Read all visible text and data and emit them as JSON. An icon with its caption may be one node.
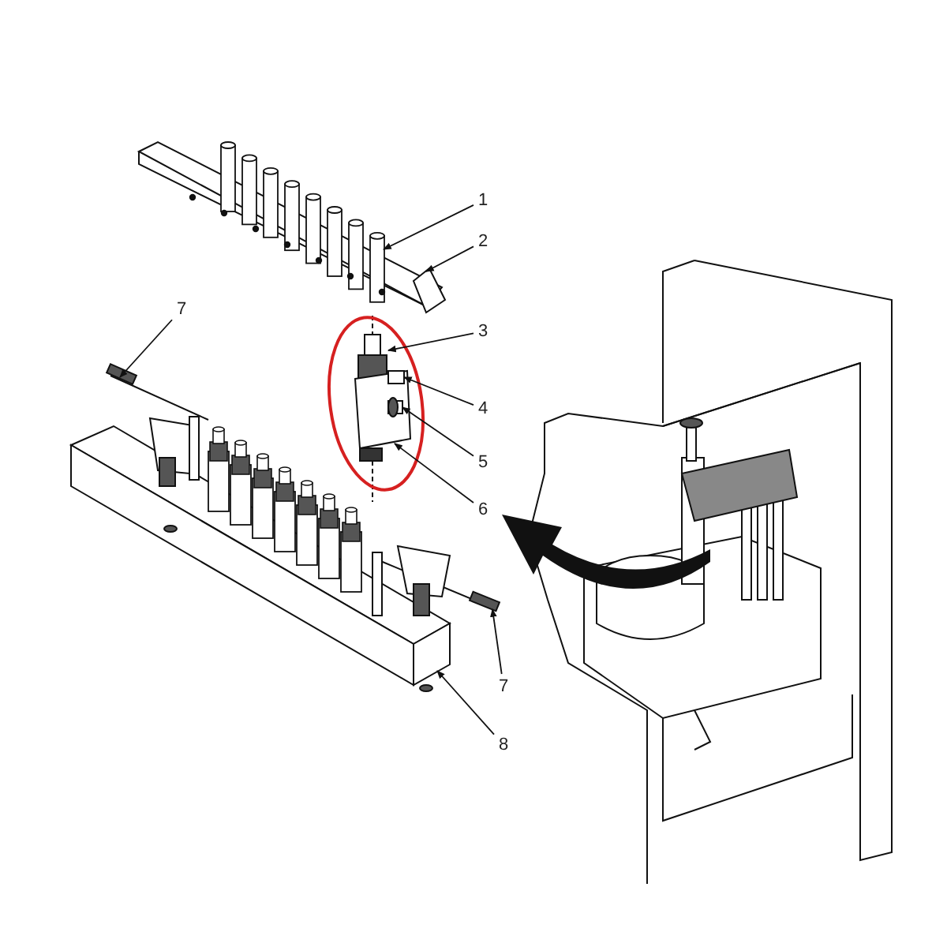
{
  "diagram": {
    "nodes": [
      {
        "text": [
          "1"
        ]
      },
      {
        "text": [
          "2"
        ]
      },
      {
        "text": [
          "3"
        ]
      },
      {
        "text": [
          "4"
        ]
      },
      {
        "text": [
          "5"
        ]
      },
      {
        "text": [
          "6"
        ]
      },
      {
        "text": [
          "7"
        ]
      },
      {
        "text": [
          "7"
        ]
      },
      {
        "text": [
          "8"
        ]
      }
    ],
    "edges": [
      {
        "from": 0,
        "to": null,
        "arrow": "to"
      },
      {
        "from": 1,
        "to": null,
        "arrow": "to"
      },
      {
        "from": 2,
        "to": null,
        "arrow": "to"
      },
      {
        "from": 3,
        "to": null,
        "arrow": "to"
      },
      {
        "from": 4,
        "to": null,
        "arrow": "to"
      },
      {
        "from": 5,
        "to": null,
        "arrow": "to"
      },
      {
        "from": 6,
        "to": null,
        "arrow": "to"
      },
      {
        "from": 7,
        "to": null,
        "arrow": "to"
      },
      {
        "from": 8,
        "to": null,
        "arrow": "to"
      }
    ]
  }
}
